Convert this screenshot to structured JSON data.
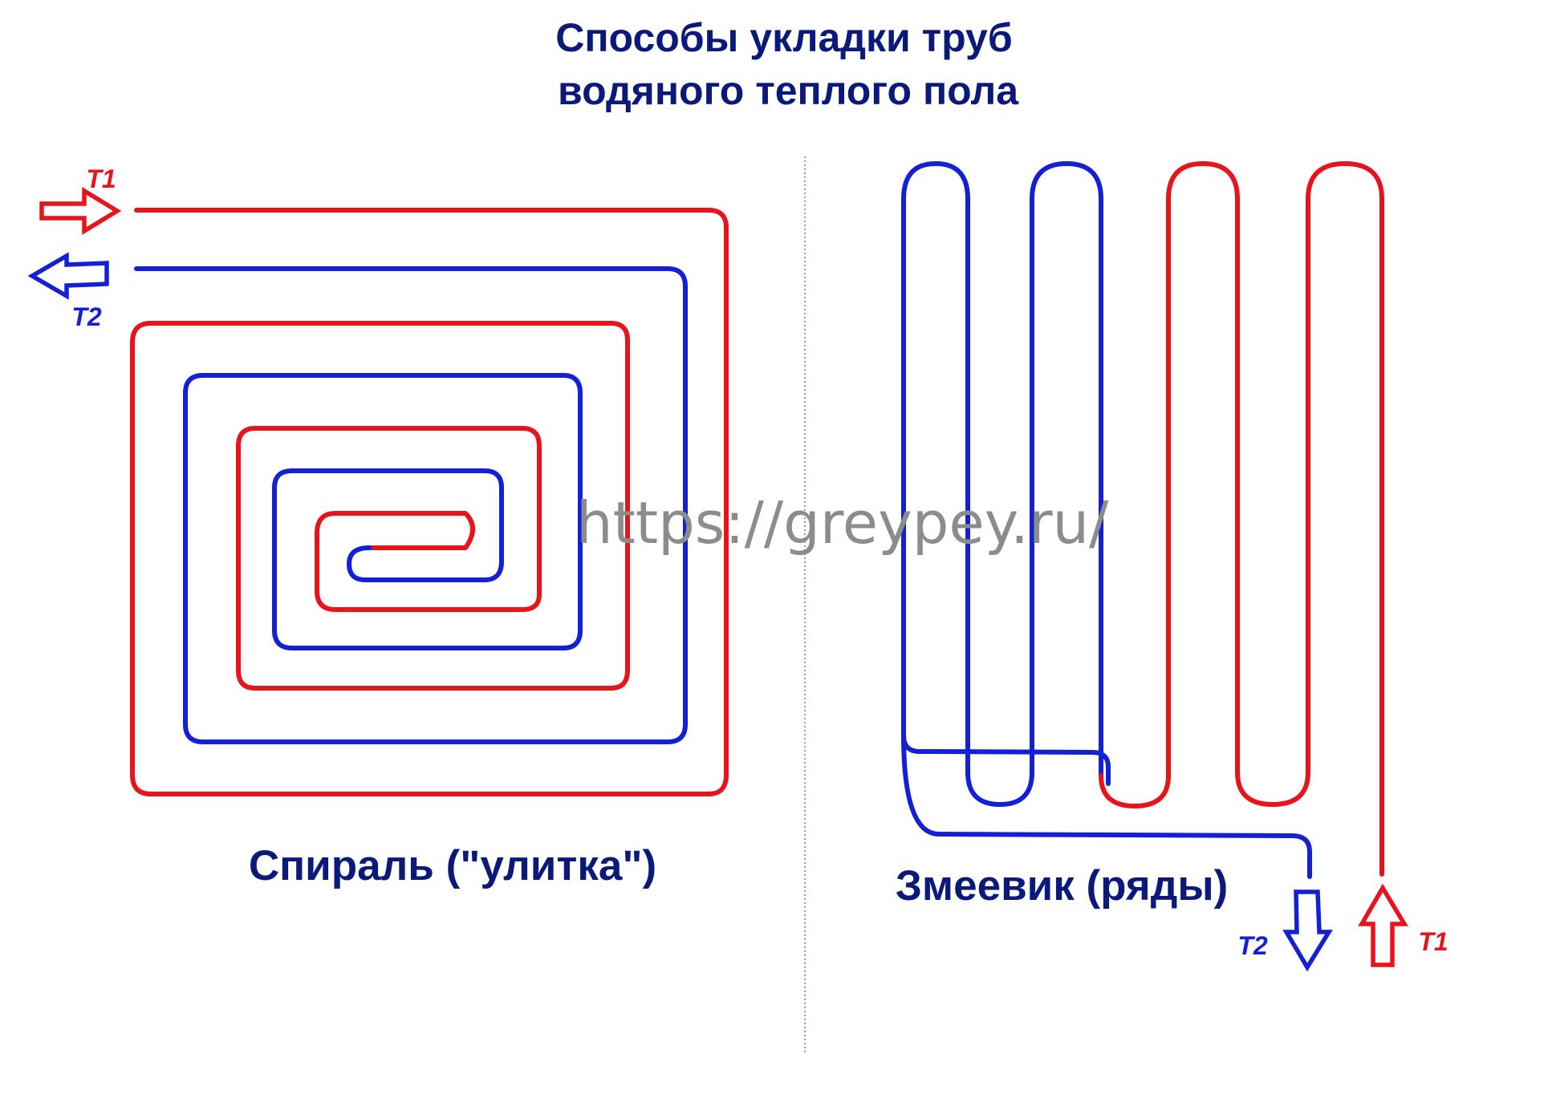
{
  "title": {
    "line1": "Способы укладки труб",
    "line2": "водяного теплого пола"
  },
  "watermark": "https://greypey.ru/",
  "spiral": {
    "caption": "Спираль (\"улитка\")",
    "supply_label": "Т1",
    "return_label": "Т2"
  },
  "serpentine": {
    "caption": "Змеевик (ряды)",
    "supply_label": "Т1",
    "return_label": "Т2"
  },
  "colors": {
    "supply": "#e8141b",
    "return": "#1420d6",
    "text": "#0b1a7a",
    "divider": "#9a9a9a"
  }
}
